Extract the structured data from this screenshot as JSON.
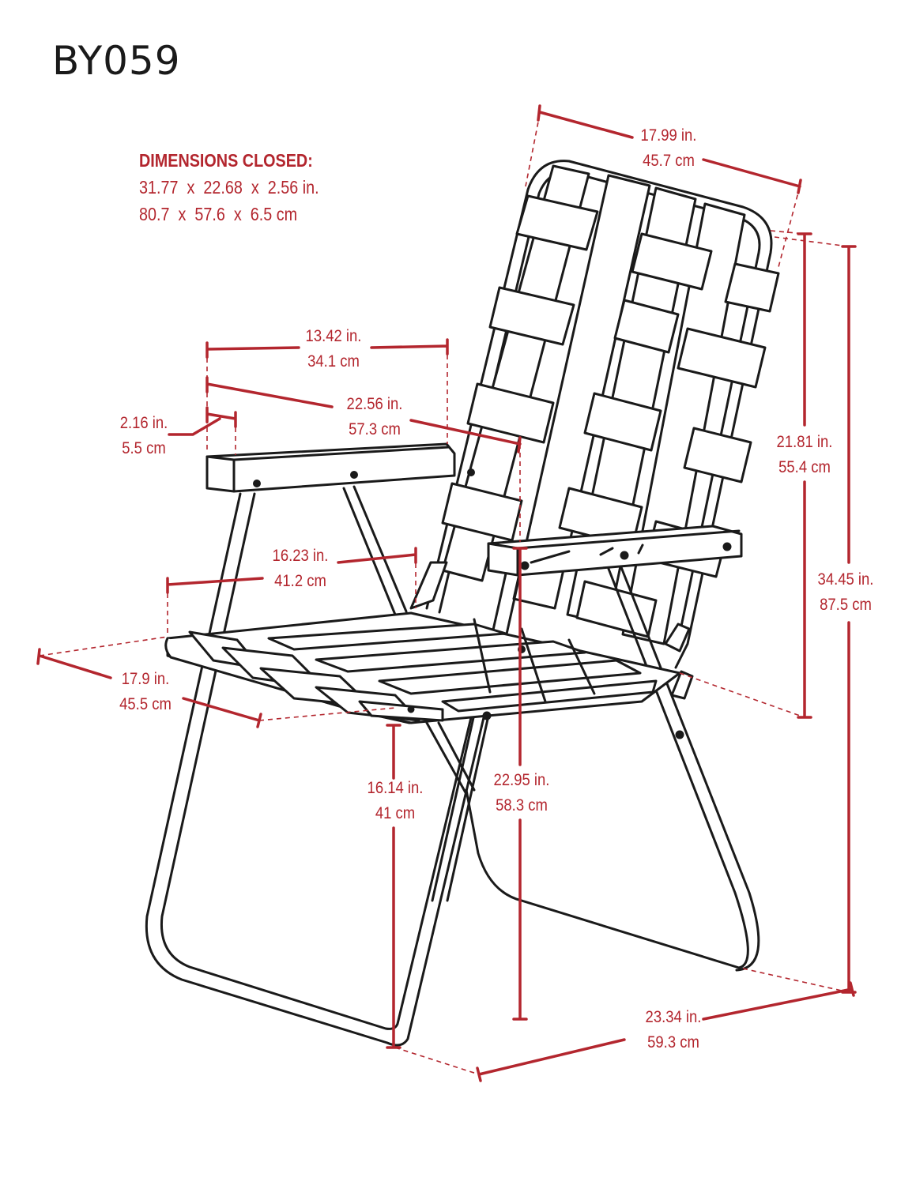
{
  "model_code": "BY059",
  "colors": {
    "dimension": "#b3262e",
    "outline": "#1a1a1a",
    "background": "#ffffff"
  },
  "dimensions_closed": {
    "heading": "DIMENSIONS CLOSED:",
    "imperial": "31.77  x  22.68  x  2.56 in.",
    "metric": "80.7  x  57.6  x  6.5 cm"
  },
  "dimensions": {
    "back_width": {
      "in": "17.99 in.",
      "cm": "45.7 cm"
    },
    "arm_gap": {
      "in": "13.42 in.",
      "cm": "34.1 cm"
    },
    "arm_length": {
      "in": "22.56 in.",
      "cm": "57.3 cm"
    },
    "arm_width": {
      "in": "2.16 in.",
      "cm": "5.5 cm"
    },
    "back_height": {
      "in": "21.81 in.",
      "cm": "55.4 cm"
    },
    "total_height": {
      "in": "34.45 in.",
      "cm": "87.5 cm"
    },
    "seat_width": {
      "in": "16.23 in.",
      "cm": "41.2 cm"
    },
    "seat_depth": {
      "in": "17.9 in.",
      "cm": "45.5 cm"
    },
    "seat_height": {
      "in": "16.14 in.",
      "cm": "41 cm"
    },
    "arm_height": {
      "in": "22.95 in.",
      "cm": "58.3 cm"
    },
    "total_depth": {
      "in": "23.34 in.",
      "cm": "59.3 cm"
    }
  }
}
